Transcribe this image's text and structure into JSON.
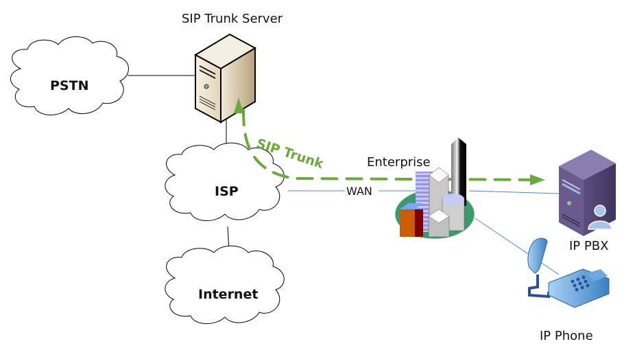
{
  "diagram": {
    "title": "SIP Trunk Server",
    "nodes": {
      "pstn": {
        "label": "PSTN",
        "icon": "cloud-icon"
      },
      "sip_server": {
        "label": "SIP Trunk Server",
        "icon": "server-icon"
      },
      "isp": {
        "label": "ISP",
        "icon": "cloud-icon"
      },
      "internet": {
        "label": "Internet",
        "icon": "cloud-icon"
      },
      "enterprise": {
        "label": "Enterprise",
        "icon": "buildings-icon"
      },
      "ip_pbx": {
        "label": "IP PBX",
        "icon": "server-user-icon"
      },
      "ip_phone": {
        "label": "IP Phone",
        "icon": "phone-icon"
      }
    },
    "links": {
      "wan": {
        "label": "WAN"
      },
      "sip_trunk": {
        "label": "SIP Trunk",
        "color": "#6aaa3a"
      }
    },
    "colors": {
      "link_blue": "#4a86c5",
      "link_black": "#000000",
      "trunk_green": "#6aaa3a",
      "pbx_purple": "#6b5a8e"
    }
  }
}
